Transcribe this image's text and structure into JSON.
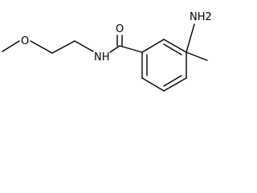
{
  "molecule": {
    "atoms": {
      "methoxy_oxygen": "O",
      "carbonyl_oxygen": "O",
      "amide_nitrogen": "NH",
      "amino_group": "NH2"
    },
    "colors": {
      "bond": "#000000",
      "label": "#000000",
      "background": "#ffffff"
    }
  }
}
